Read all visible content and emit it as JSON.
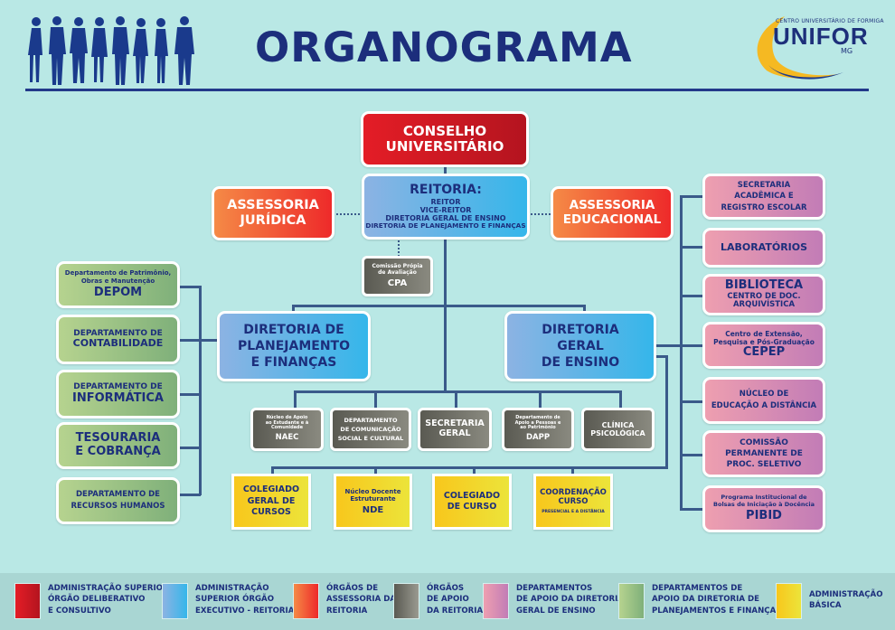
{
  "header": {
    "title": "ORGANOGRAMA",
    "logo": {
      "tagline": "CENTRO UNIVERSITÁRIO DE FORMIGA",
      "name": "UNIFOR",
      "suffix": "MG"
    }
  },
  "colors": {
    "background": "#b9e8e5",
    "navy": "#1c2e7c",
    "red": "#e41d26",
    "blue": "#35b6ea",
    "orange": "#f58a46",
    "gray": "#6a6a62",
    "green": "#8fbd7f",
    "pink": "#d08cb8",
    "yellow": "#f8c71c"
  },
  "chart": {
    "conselho": {
      "lines": [
        "CONSELHO",
        "UNIVERSITÁRIO"
      ]
    },
    "reitoria": {
      "title": "REITORIA:",
      "lines": [
        "REITOR",
        "VICE-REITOR",
        "DIRETORIA GERAL DE ENSINO",
        "DIRETORIA DE PLANEJAMENTO E FINANÇAS"
      ]
    },
    "assessoria_juridica": {
      "lines": [
        "ASSESSORIA",
        "JURÍDICA"
      ]
    },
    "assessoria_educacional": {
      "lines": [
        "ASSESSORIA",
        "EDUCACIONAL"
      ]
    },
    "cpa": {
      "small": [
        "Comissão Própia",
        "de Avaliação"
      ],
      "acronym": "CPA"
    },
    "dir_planejamento": {
      "lines": [
        "DIRETORIA DE",
        "PLANEJAMENTO",
        "E FINANÇAS"
      ]
    },
    "dir_ensino": {
      "lines": [
        "DIRETORIA",
        "GERAL",
        "DE ENSINO"
      ]
    },
    "left_departments": [
      {
        "small": [
          "Departamento de Patrimônio,",
          "Obras e  Manutenção"
        ],
        "big": [
          "DEPOM"
        ]
      },
      {
        "small": [
          "DEPARTAMENTO DE"
        ],
        "big": [
          "CONTABILIDADE"
        ]
      },
      {
        "small": [
          "DEPARTAMENTO DE"
        ],
        "big": [
          "INFORMÁTICA"
        ]
      },
      {
        "small": [],
        "big": [
          "TESOURARIA",
          "E COBRANÇA"
        ]
      },
      {
        "small": [
          "DEPARTAMENTO DE",
          "RECURSOS HUMANOS"
        ],
        "big": []
      }
    ],
    "right_departments": [
      {
        "small": [
          "SECRETARIA",
          "ACADÊMICA E",
          "REGISTRO ESCOLAR"
        ],
        "big": []
      },
      {
        "small": [],
        "big": [
          "LABORATÓRIOS"
        ]
      },
      {
        "small": [],
        "big": [
          "BIBLIOTECA"
        ],
        "sub": [
          "CENTRO DE DOC.",
          "ARQUIVÍSTICA"
        ]
      },
      {
        "small": [
          "Centro de Extensão,",
          "Pesquisa e Pós-Graduação"
        ],
        "big": [
          "CEPEP"
        ]
      },
      {
        "small": [
          "NÚCLEO DE",
          "EDUCAÇÃO A DISTÂNCIA"
        ],
        "big": []
      },
      {
        "small": [
          "COMISSÃO",
          "PERMANENTE DE",
          "PROC. SELETIVO"
        ],
        "big": []
      },
      {
        "small": [
          "Programa Institucional de",
          "Bolsas de Iniciação à Docência"
        ],
        "big": [
          "PIBID"
        ]
      }
    ],
    "support_organs": [
      {
        "small": [
          "Núcleo de Apoio",
          "ao Estudante e à",
          "Comunidade"
        ],
        "big": [
          "NAEC"
        ]
      },
      {
        "small": [
          "DEPARTAMENTO",
          "DE COMUNICAÇÃO",
          "SOCIAL E CULTURAL"
        ],
        "big": []
      },
      {
        "small": [],
        "big": [
          "SECRETARIA",
          "GERAL"
        ]
      },
      {
        "small": [
          "Departamento de",
          "Apoio a Pessoas e",
          "ao Patrimônio"
        ],
        "big": [
          "DAPP"
        ]
      },
      {
        "small": [],
        "big": [
          "CLÍNICA",
          "PSICOLÓGICA"
        ]
      }
    ],
    "basic_admin": [
      {
        "big": [
          "COLEGIADO",
          "GERAL DE",
          "CURSOS"
        ]
      },
      {
        "small": [
          "Núcleo Docente",
          "Estruturante"
        ],
        "big": [
          "NDE"
        ]
      },
      {
        "big": [
          "COLEGIADO",
          "DE CURSO"
        ]
      },
      {
        "big": [
          "COORDENAÇÃO",
          "CURSO"
        ],
        "tiny": "PRESENCIAL E A DISTÂNCIA"
      }
    ]
  },
  "legend": [
    {
      "lines": [
        "ADMINISTRAÇÃO SUPERIOR",
        "ÓRGÃO DELIBERATIVO",
        "E CONSULTIVO"
      ],
      "color": "#e41d26"
    },
    {
      "lines": [
        "ADMINISTRAÇÃO",
        "SUPERIOR ÓRGÃO",
        "EXECUTIVO - REITORIA"
      ],
      "color": "#35b6ea"
    },
    {
      "lines": [
        "ÓRGÃOS DE",
        "ASSESSORIA DA",
        "REITORIA"
      ],
      "color": "#f58a46"
    },
    {
      "lines": [
        "ÓRGÃOS",
        "DE APOIO",
        "DA REITORIA"
      ],
      "color": "#6a6a62"
    },
    {
      "lines": [
        "DEPARTAMENTOS",
        "DE APOIO DA DIRETORIA",
        "GERAL DE ENSINO"
      ],
      "color": "#d08cb8"
    },
    {
      "lines": [
        "DEPARTAMENTOS DE",
        "APOIO DA DIRETORIA DE",
        "PLANEJAMENTOS E FINANÇAS"
      ],
      "color": "#8fbd7f"
    },
    {
      "lines": [
        "ADMINISTRAÇÃO",
        "BÁSICA"
      ],
      "color": "#f8c71c"
    }
  ]
}
